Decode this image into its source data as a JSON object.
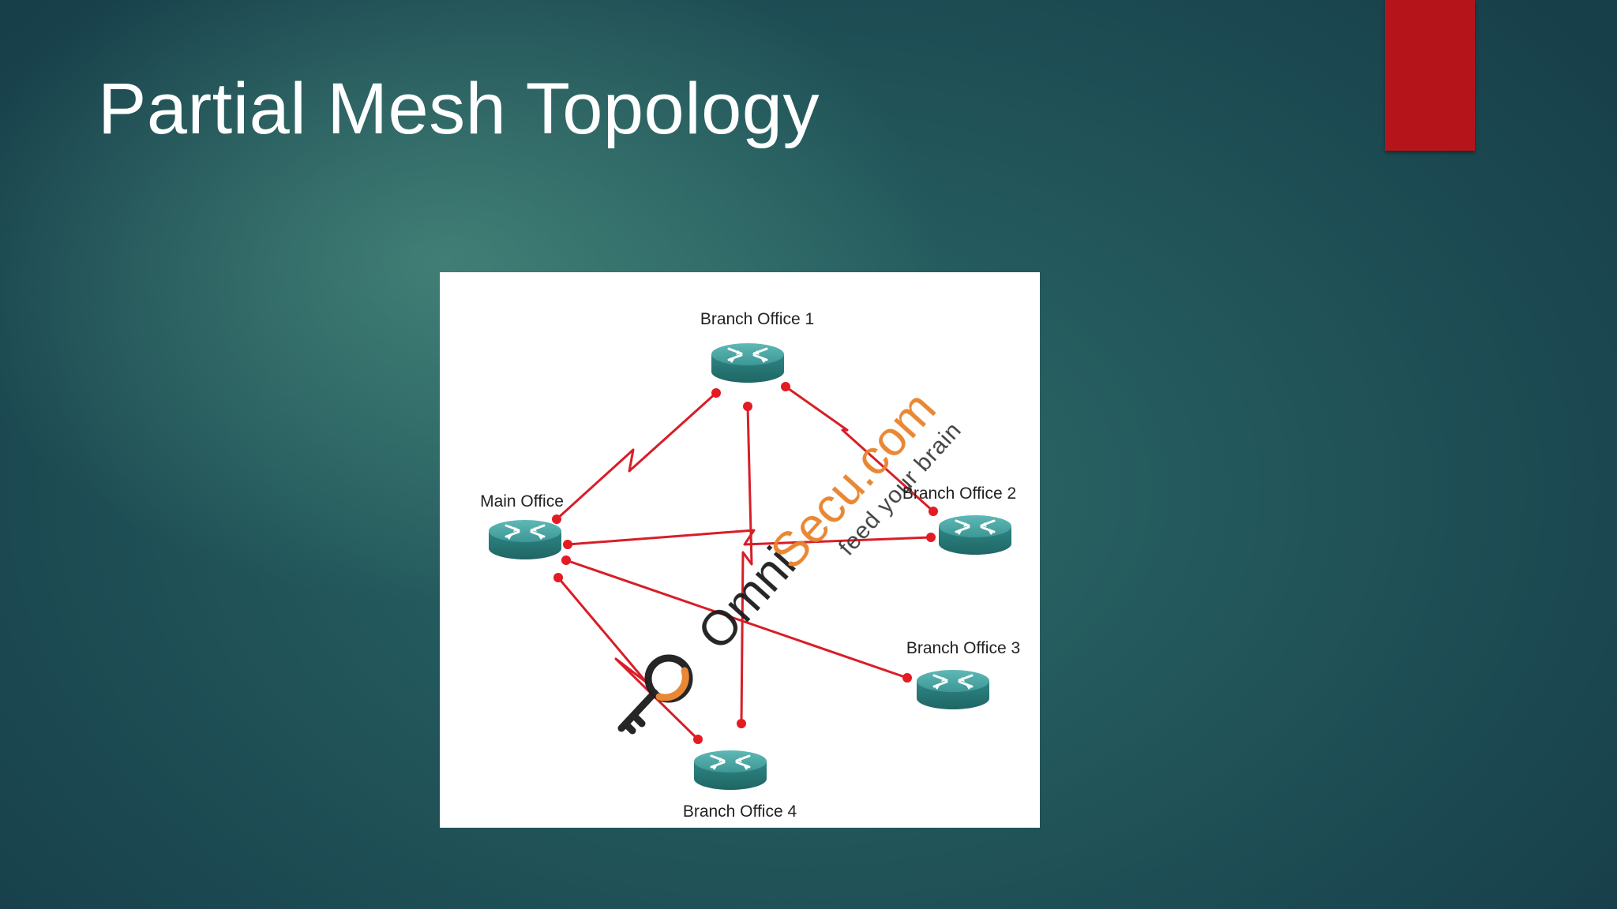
{
  "slide": {
    "title": "Partial Mesh Topology"
  },
  "colors": {
    "accent_bar": "#b5151a",
    "link": "#d81e28",
    "router_body": "#2f8c8a",
    "watermark_orange": "#e8822a"
  },
  "diagram": {
    "nodes": [
      {
        "id": "main",
        "label": "Main Office",
        "icon": "router-icon"
      },
      {
        "id": "b1",
        "label": "Branch Office 1",
        "icon": "router-icon"
      },
      {
        "id": "b2",
        "label": "Branch Office 2",
        "icon": "router-icon"
      },
      {
        "id": "b3",
        "label": "Branch Office 3",
        "icon": "router-icon"
      },
      {
        "id": "b4",
        "label": "Branch Office 4",
        "icon": "router-icon"
      }
    ],
    "links": [
      {
        "from": "main",
        "to": "b1",
        "type": "serial"
      },
      {
        "from": "main",
        "to": "b2",
        "type": "serial"
      },
      {
        "from": "main",
        "to": "b3",
        "type": "serial"
      },
      {
        "from": "main",
        "to": "b4",
        "type": "serial"
      },
      {
        "from": "b1",
        "to": "b2",
        "type": "serial"
      },
      {
        "from": "b1",
        "to": "b4",
        "type": "serial"
      }
    ],
    "watermark": {
      "brand_dark": "Omni",
      "brand_orange": "Secu.com",
      "tagline": "feed your brain"
    }
  }
}
